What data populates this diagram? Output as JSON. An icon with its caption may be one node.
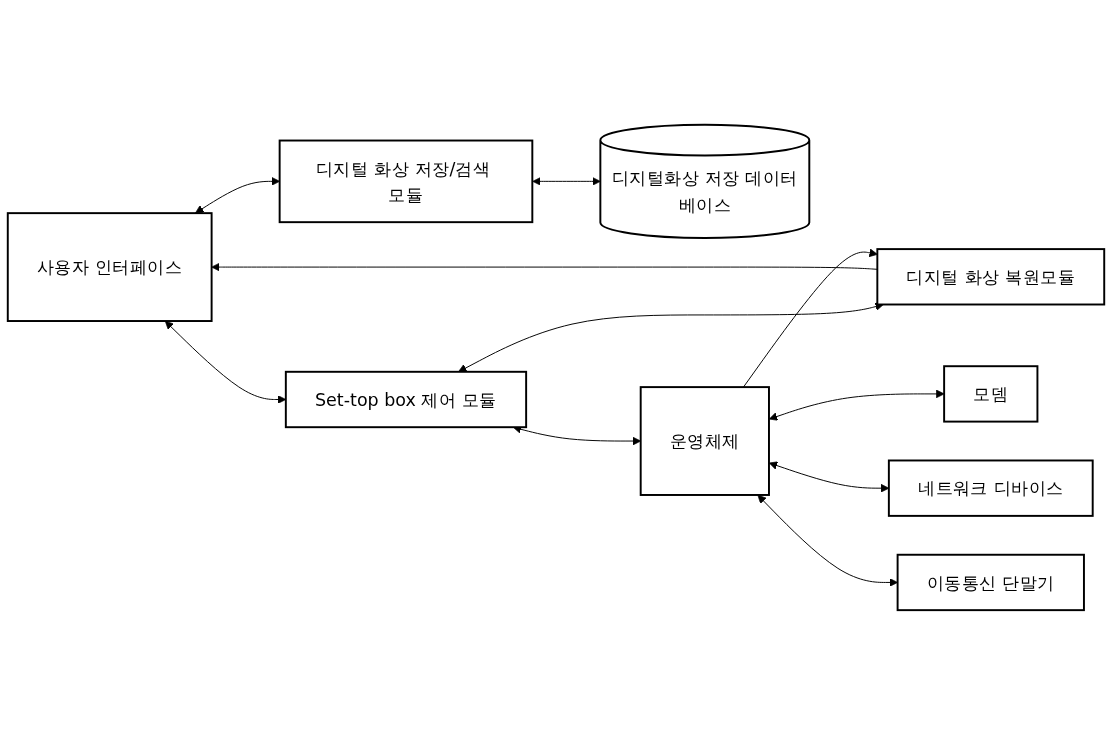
{
  "diagram": {
    "nodes": [
      {
        "text": [
          "사용자 인터페이스"
        ]
      },
      {
        "text": [
          "디지털 화상 복원모듈"
        ]
      },
      {
        "text": [
          "Set-top box 제어 모듈"
        ]
      },
      {
        "text": [
          "디지털 화상 저장/검색 모듈"
        ]
      },
      {
        "text": [
          "디지털화상 저장 데이터베이스"
        ]
      },
      {
        "text": [
          "운영체제"
        ]
      },
      {
        "text": [
          "모뎀"
        ]
      },
      {
        "text": [
          "네트워크 디바이스"
        ]
      },
      {
        "text": [
          "이동통신 단말기"
        ]
      }
    ],
    "edges": [
      {
        "from": 1,
        "to": 0,
        "arrow": "to"
      },
      {
        "from": 5,
        "to": 1,
        "arrow": "to"
      },
      {
        "from": 1,
        "to": 2,
        "arrow": "both"
      },
      {
        "from": 0,
        "to": 2,
        "arrow": "both"
      },
      {
        "from": 2,
        "to": 5,
        "arrow": "both"
      },
      {
        "from": 0,
        "to": 3,
        "arrow": "both"
      },
      {
        "from": 3,
        "to": 4,
        "arrow": "both"
      },
      {
        "from": 5,
        "to": 6,
        "arrow": "both"
      },
      {
        "from": 5,
        "to": 7,
        "arrow": "both"
      },
      {
        "from": 5,
        "to": 8,
        "arrow": "both"
      }
    ]
  }
}
